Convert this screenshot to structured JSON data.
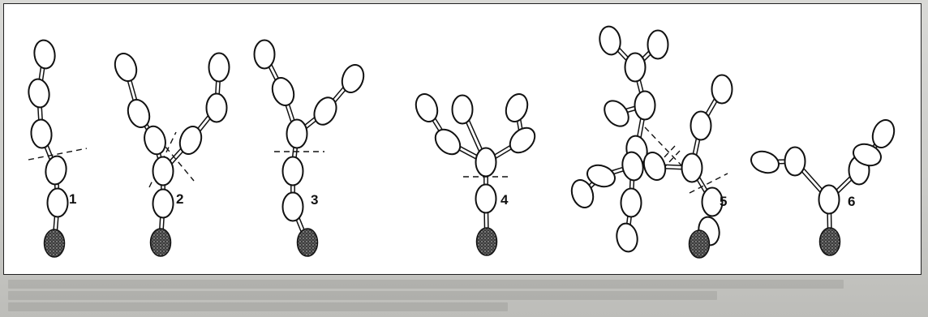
{
  "figure": {
    "labels": [
      "1",
      "2",
      "3",
      "4",
      "5",
      "6"
    ]
  },
  "colors": {
    "line": "#111111",
    "bead_fill": "#ffffff",
    "anchor_fill": "#4a4a4a",
    "panel_border": "#222222"
  }
}
